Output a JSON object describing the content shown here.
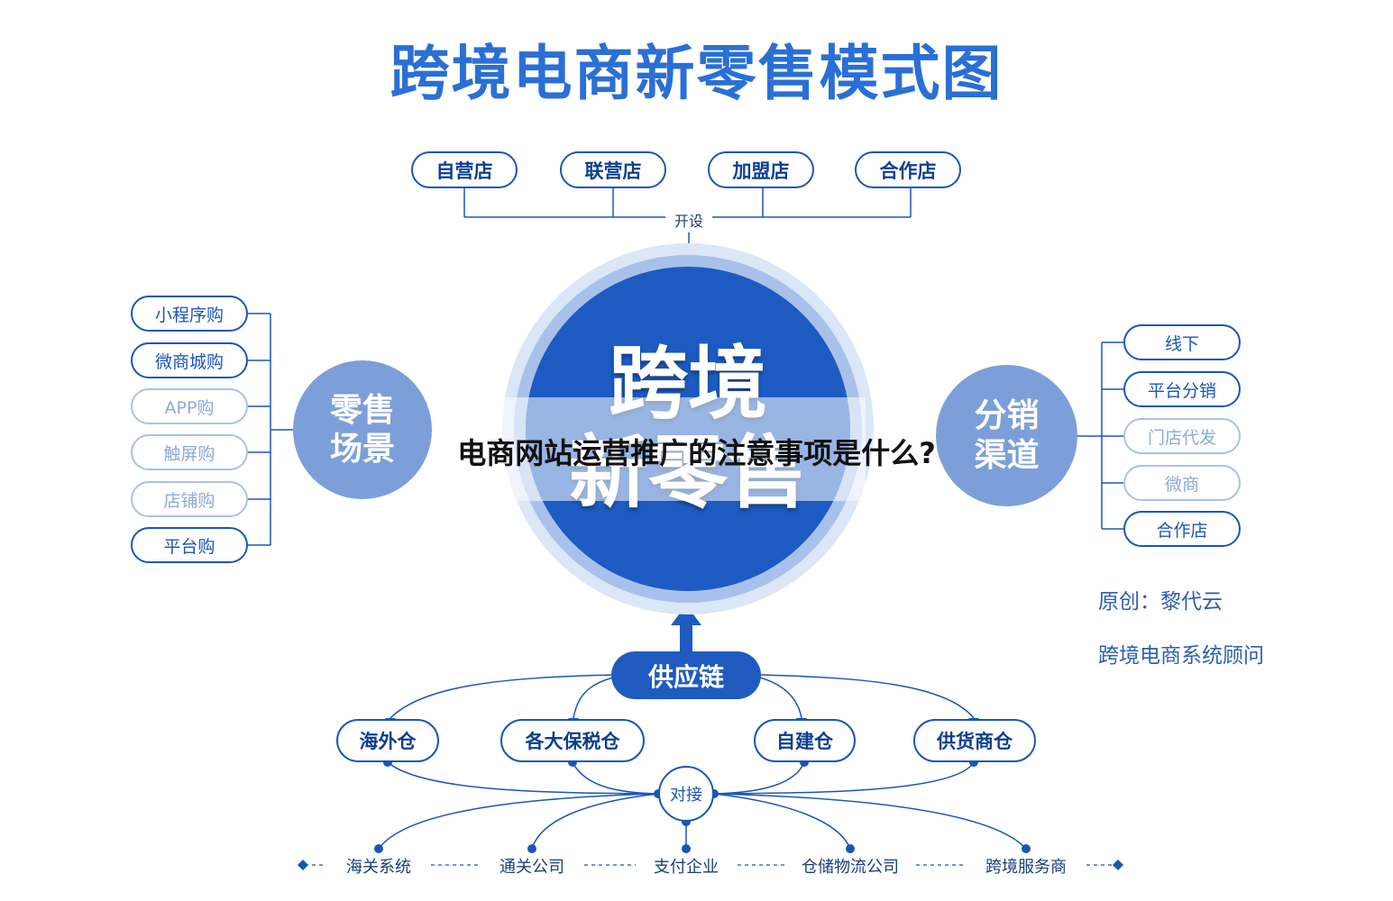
{
  "title": "跨境电商新零售模式图",
  "overlay_title": "电商网站运营推广的注意事项是什么?",
  "center": {
    "line1": "跨境",
    "line2": "新零售"
  },
  "top": {
    "label": "开设",
    "stores": [
      "自营店",
      "联营店",
      "加盟店",
      "合作店"
    ]
  },
  "left": {
    "circle_line1": "零售",
    "circle_line2": "场景",
    "items": [
      "小程序购",
      "微商城购",
      "APP购",
      "触屏购",
      "店铺购",
      "平台购"
    ]
  },
  "right": {
    "circle_line1": "分销",
    "circle_line2": "渠道",
    "items": [
      "线下",
      "平台分销",
      "门店代发",
      "微商",
      "合作店"
    ]
  },
  "supply_chain": {
    "title": "供应链",
    "warehouses": [
      "海外仓",
      "各大保税仓",
      "自建仓",
      "供货商仓"
    ],
    "hub": "对接",
    "partners": [
      "海关系统",
      "通关公司",
      "支付企业",
      "仓储物流公司",
      "跨境服务商"
    ]
  },
  "credit": {
    "line1": "原创：黎代云",
    "line2": "跨境电商系统顾问"
  },
  "colors": {
    "primary": "#1f5bbf",
    "light": "#7d9fd9",
    "title": "#2a6fd6"
  }
}
